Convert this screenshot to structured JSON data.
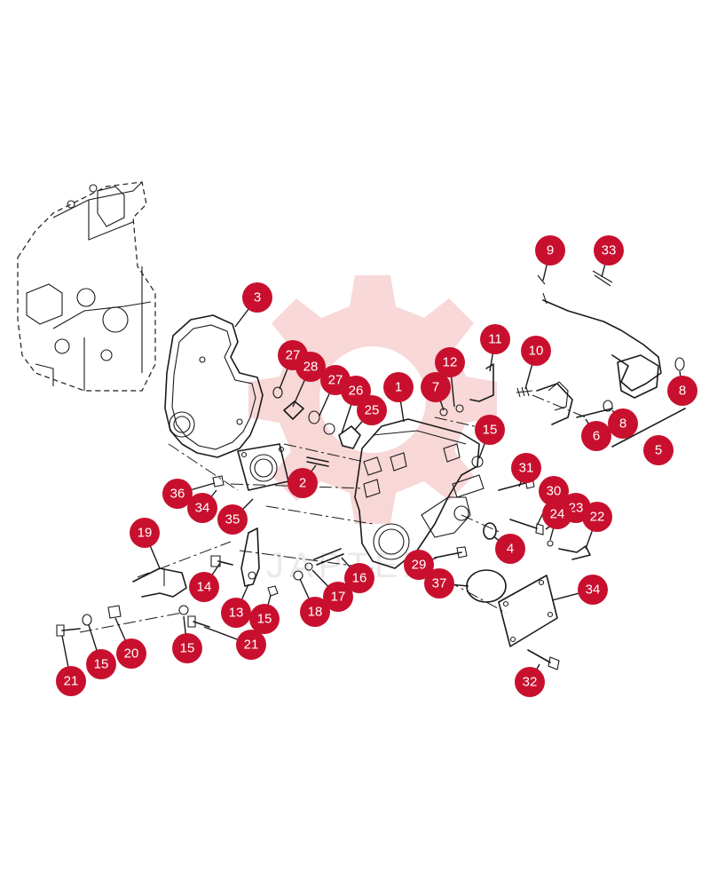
{
  "colors": {
    "callout": "#c8102e",
    "callout_text": "#ffffff",
    "line": "#1a1a1a",
    "watermark": "#f5c9c9"
  },
  "watermark": {
    "text": "JAPTEX"
  },
  "callouts": [
    {
      "label": "9"
    },
    {
      "label": "33"
    },
    {
      "label": "3"
    },
    {
      "label": "11"
    },
    {
      "label": "10"
    },
    {
      "label": "12"
    },
    {
      "label": "27"
    },
    {
      "label": "28"
    },
    {
      "label": "27"
    },
    {
      "label": "26"
    },
    {
      "label": "8"
    },
    {
      "label": "7"
    },
    {
      "label": "1"
    },
    {
      "label": "25"
    },
    {
      "label": "6"
    },
    {
      "label": "8"
    },
    {
      "label": "5"
    },
    {
      "label": "15"
    },
    {
      "label": "31"
    },
    {
      "label": "2"
    },
    {
      "label": "36"
    },
    {
      "label": "30"
    },
    {
      "label": "23"
    },
    {
      "label": "34"
    },
    {
      "label": "24"
    },
    {
      "label": "22"
    },
    {
      "label": "35"
    },
    {
      "label": "19"
    },
    {
      "label": "4"
    },
    {
      "label": "29"
    },
    {
      "label": "16"
    },
    {
      "label": "14"
    },
    {
      "label": "37"
    },
    {
      "label": "34"
    },
    {
      "label": "17"
    },
    {
      "label": "13"
    },
    {
      "label": "18"
    },
    {
      "label": "15"
    },
    {
      "label": "20"
    },
    {
      "label": "15"
    },
    {
      "label": "21"
    },
    {
      "label": "21"
    },
    {
      "label": "15"
    },
    {
      "label": "32"
    }
  ]
}
